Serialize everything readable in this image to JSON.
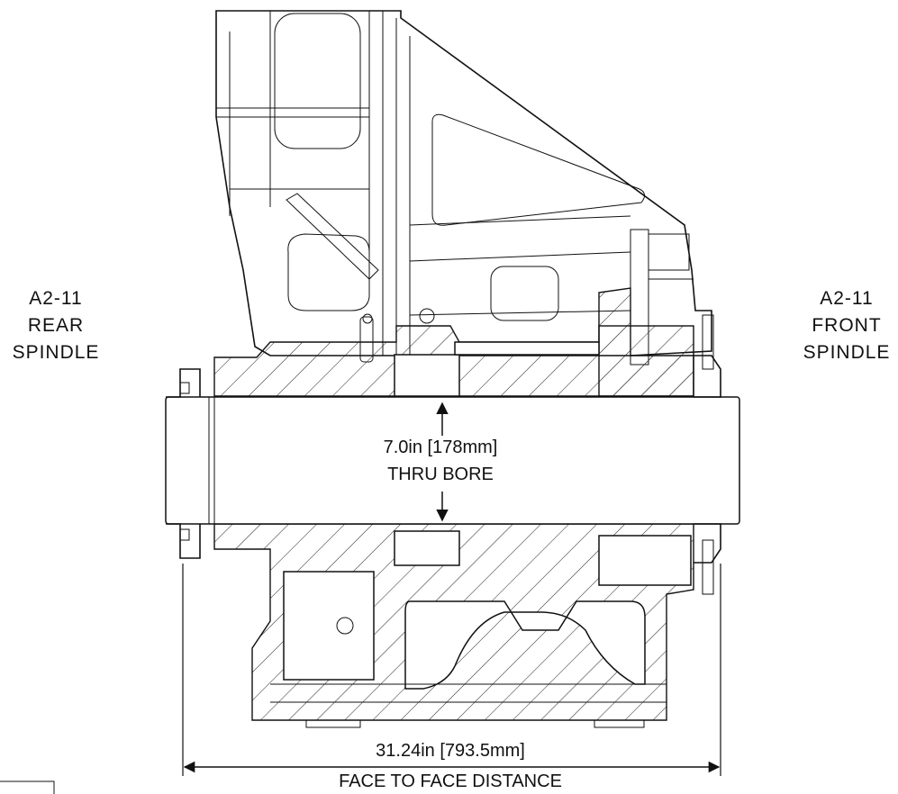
{
  "labels": {
    "rear_line1": "A2-11",
    "rear_line2": "REAR",
    "rear_line3": "SPINDLE",
    "front_line1": "A2-11",
    "front_line2": "FRONT",
    "front_line3": "SPINDLE",
    "bore_line1": "7.0in [178mm]",
    "bore_line2": "THRU BORE",
    "face_line1": "31.24in [793.5mm]",
    "face_line2": "FACE TO FACE DISTANCE"
  }
}
